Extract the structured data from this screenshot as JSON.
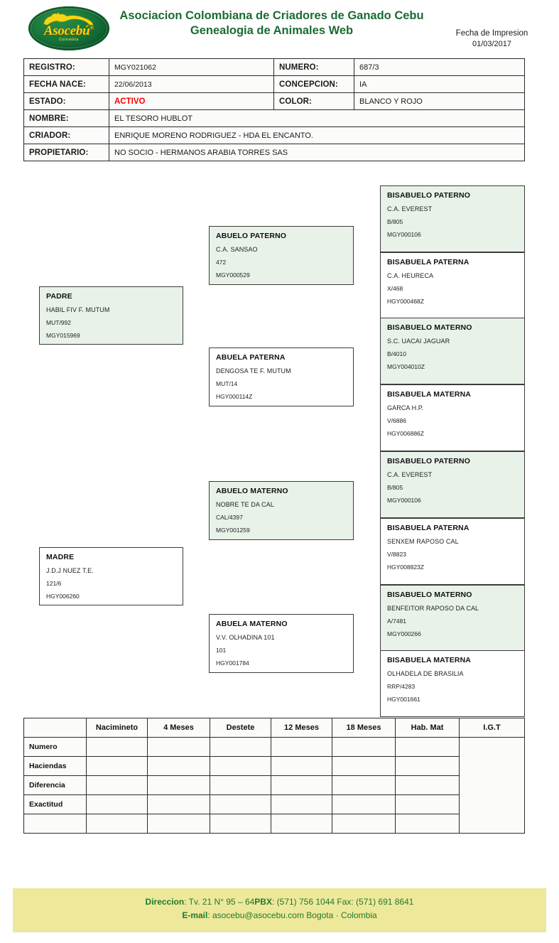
{
  "header": {
    "logo_brand": "Asocebú",
    "logo_sub": "Colombia",
    "title_line1": "Asociacion Colombiana de Criadores de Ganado Cebu",
    "title_line2": "Genealogia de Animales Web",
    "print_label": "Fecha de Impresion",
    "print_date": "01/03/2017",
    "brand_green": "#1b6b34",
    "logo_yellow": "#f5d613"
  },
  "info": {
    "registro_label": "REGISTRO:",
    "registro_value": "MGY021062",
    "numero_label": "NUMERO:",
    "numero_value": "687/3",
    "fecha_nace_label": "FECHA NACE:",
    "fecha_nace_value": "22/06/2013",
    "concepcion_label": "CONCEPCION:",
    "concepcion_value": "IA",
    "estado_label": "ESTADO:",
    "estado_value": "ACTIVO",
    "estado_color": "#ff0000",
    "color_label": "COLOR:",
    "color_value": "BLANCO Y ROJO",
    "nombre_label": "NOMBRE:",
    "nombre_value": "EL TESORO HUBLOT",
    "criador_label": "CRIADOR:",
    "criador_value": "ENRIQUE MORENO RODRIGUEZ - HDA EL ENCANTO.",
    "propietario_label": "PROPIETARIO:",
    "propietario_value": "NO SOCIO - HERMANOS ARABIA TORRES SAS"
  },
  "tree": {
    "padre": {
      "role": "PADRE",
      "name": "HABIL FIV F. MUTUM",
      "num": "MUT/992",
      "reg": "MGY015969",
      "shaded": true
    },
    "madre": {
      "role": "MADRE",
      "name": "J.D.J NUEZ T.E.",
      "num": "121/6",
      "reg": "HGY006260",
      "shaded": false
    },
    "ap": {
      "role": "ABUELO PATERNO",
      "name": "C.A. SANSAO",
      "num": "472",
      "reg": "MGY000529",
      "shaded": true
    },
    "apa": {
      "role": "ABUELA PATERNA",
      "name": "DENGOSA TE F. MUTUM",
      "num": "MUT/14",
      "reg": "HGY000114Z",
      "shaded": false
    },
    "am": {
      "role": "ABUELO MATERNO",
      "name": "NOBRE TE DA CAL",
      "num": "CAL/4397",
      "reg": "MGY001259",
      "shaded": true
    },
    "ama": {
      "role": "ABUELA MATERNO",
      "name": "V.V. OLHADINA 101",
      "num": "101",
      "reg": "HGY001784",
      "shaded": false
    },
    "b1": {
      "role": "BISABUELO PATERNO",
      "name": "C.A. EVEREST",
      "num": "B/805",
      "reg": "MGY000106",
      "shaded": true
    },
    "b2": {
      "role": "BISABUELA PATERNA",
      "name": "C.A. HEURECA",
      "num": "X/468",
      "reg": "HGY000468Z",
      "shaded": false
    },
    "b3": {
      "role": "BISABUELO MATERNO",
      "name": "S.C. UACAI JAGUAR",
      "num": "B/4010",
      "reg": "MGY004010Z",
      "shaded": true
    },
    "b4": {
      "role": "BISABUELA MATERNA",
      "name": "GARCA H.P.",
      "num": "V/6886",
      "reg": "HGY006886Z",
      "shaded": false
    },
    "b5": {
      "role": "BISABUELO PATERNO",
      "name": "C.A. EVEREST",
      "num": "B/805",
      "reg": "MGY000106",
      "shaded": true
    },
    "b6": {
      "role": "BISABUELA PATERNA",
      "name": "SENXEM RAPOSO CAL",
      "num": "V/8823",
      "reg": "HGY008823Z",
      "shaded": false
    },
    "b7": {
      "role": "BISABUELO MATERNO",
      "name": "BENFEITOR RAPOSO DA CAL",
      "num": "A/7481",
      "reg": "MGY000266",
      "shaded": true
    },
    "b8": {
      "role": "BISABUELA MATERNA",
      "name": "OLHADELA DE BRASILIA",
      "num": "RRP/4283",
      "reg": "HGY001661",
      "shaded": false
    },
    "shade_color": "#e8f2e8"
  },
  "stats": {
    "columns": [
      "Nacimineto",
      "4 Meses",
      "Destete",
      "12 Meses",
      "18 Meses",
      "Hab. Mat",
      "I.G.T"
    ],
    "rows": [
      "Numero",
      "Haciendas",
      "Diferencia",
      "Exactitud",
      ""
    ],
    "cells": [
      [
        "",
        "",
        "",
        "",
        "",
        ""
      ],
      [
        "",
        "",
        "",
        "",
        "",
        ""
      ],
      [
        "",
        "",
        "",
        "",
        "",
        ""
      ],
      [
        "",
        "",
        "",
        "",
        "",
        ""
      ],
      [
        "",
        "",
        "",
        "",
        "",
        ""
      ]
    ],
    "igt_value": ""
  },
  "footer": {
    "direccion_label": "Direccion",
    "direccion_value": ": Tv. 21 N°  95 – 64",
    "pbx_label": "PBX",
    "pbx_value": ": (571) 756 1044 Fax: (571) 691 8641",
    "email_label": "E-mail",
    "email_value": ": asocebu@asocebu.com Bogota · Colombia",
    "bg_color": "#eee89a",
    "text_color": "#1f7a2e"
  }
}
